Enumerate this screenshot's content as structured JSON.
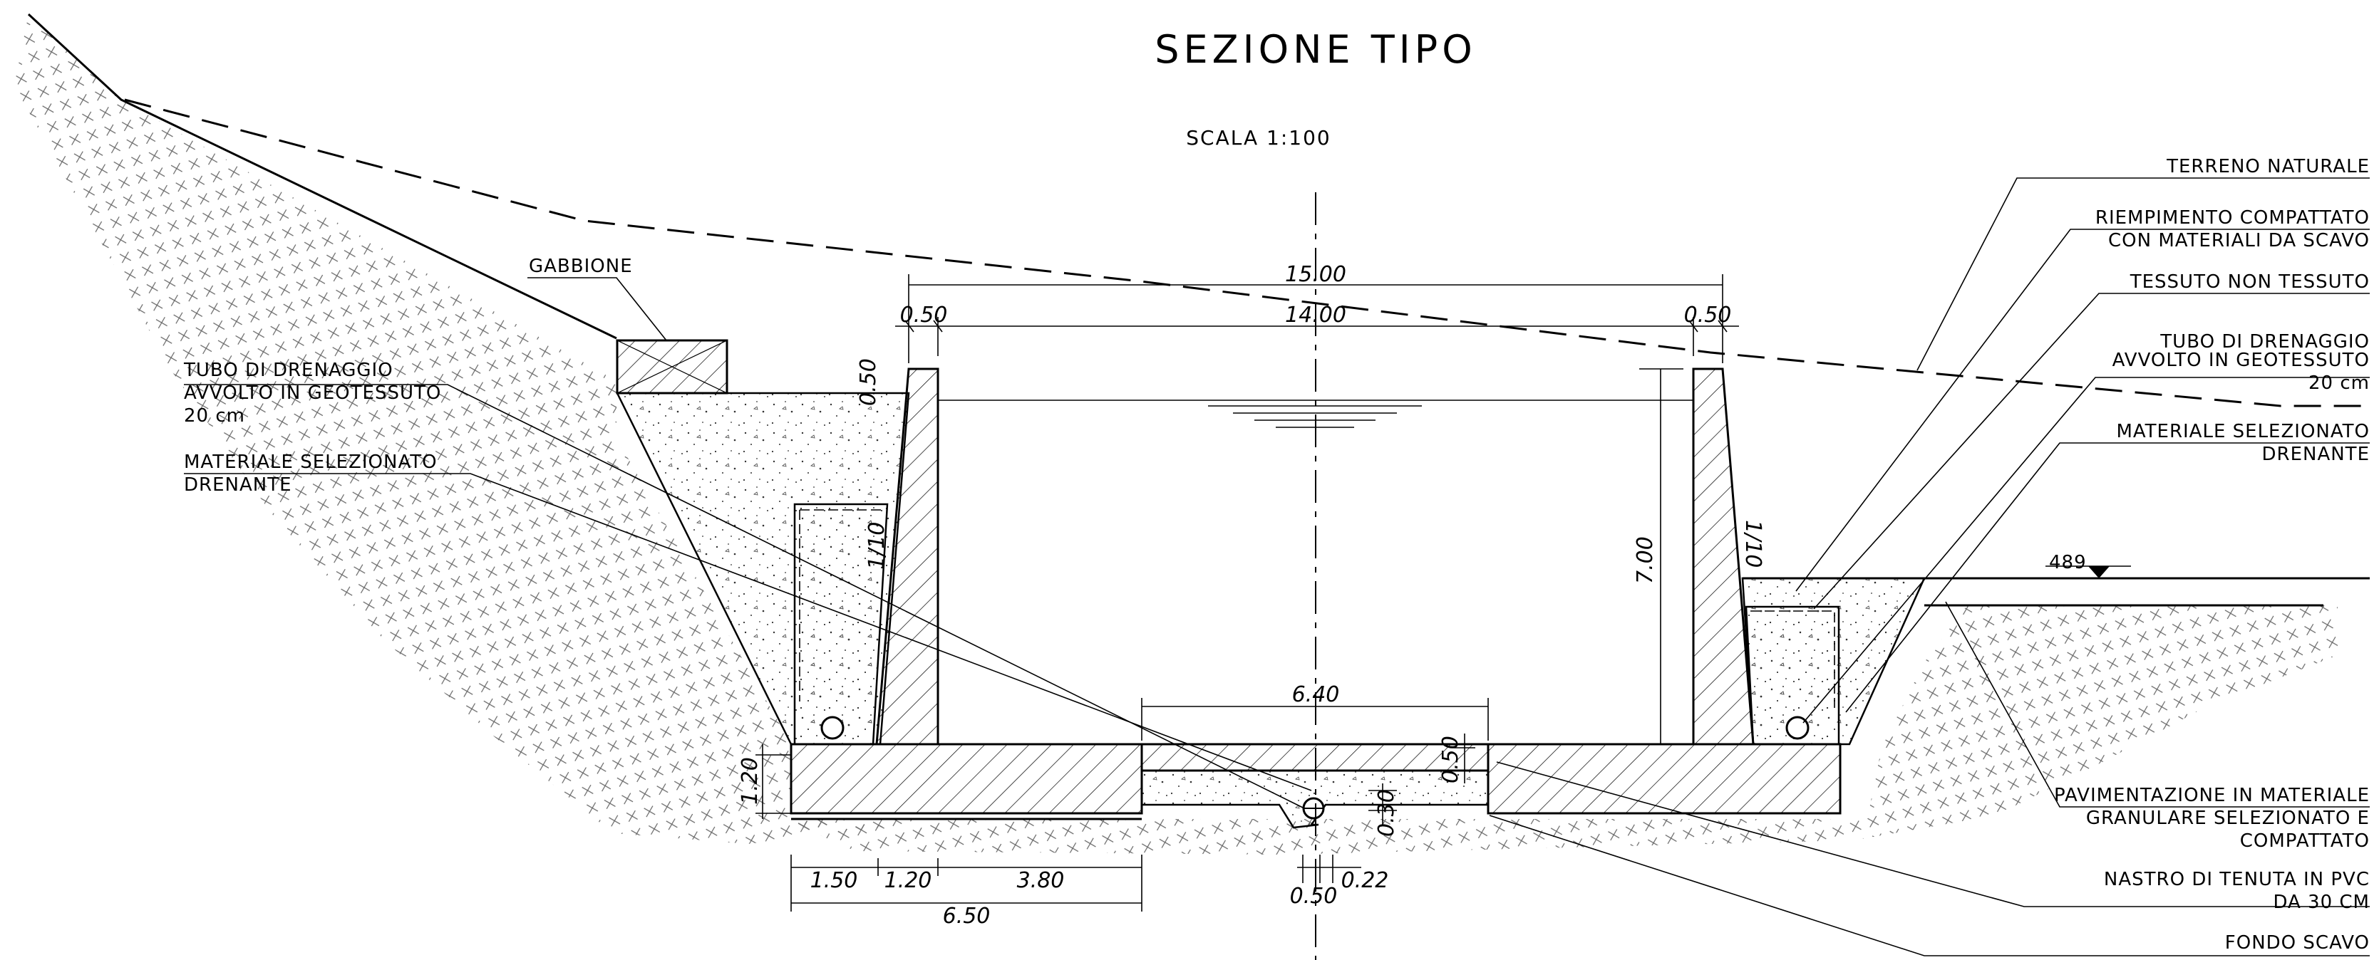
{
  "title": "SEZIONE TIPO",
  "scale": "SCALA 1:100",
  "labels_left": {
    "gabbione": "GABBIONE",
    "tubo_l1": "TUBO DI DRENAGGIO",
    "tubo_l2": "AVVOLTO IN GEOTESSUTO",
    "tubo_l3": "20 cm",
    "mat_l1": "MATERIALE SELEZIONATO",
    "mat_l2": "DRENANTE"
  },
  "labels_right": {
    "terreno": "TERRENO NATURALE",
    "riemp_l1": "RIEMPIMENTO COMPATTATO",
    "riemp_l2": "CON MATERIALI DA SCAVO",
    "tessuto": "TESSUTO NON TESSUTO",
    "tubo_l1": "TUBO DI DRENAGGIO",
    "tubo_l2": "AVVOLTO IN GEOTESSUTO",
    "tubo_l3": "20 cm",
    "mat_l1": "MATERIALE SELEZIONATO",
    "mat_l2": "DRENANTE",
    "pav_l1": "PAVIMENTAZIONE IN MATERIALE",
    "pav_l2": "GRANULARE SELEZIONATO E",
    "pav_l3": "COMPATTATO",
    "nastro_l1": "NASTRO DI TENUTA IN PVC",
    "nastro_l2": "DA 30 CM",
    "fondo": "FONDO SCAVO"
  },
  "elevation": "489",
  "dimensions": {
    "width_total": "15.00",
    "width_inner": "14.00",
    "wall_left": "0.50",
    "wall_right": "0.50",
    "wall_top": "0.50",
    "slope_left": "1/10",
    "slope_right": "1/10",
    "height": "7.00",
    "bottom_gap": "6.40",
    "slab_gap": "0.50",
    "slab_depth": "0.30",
    "foundation": "1.20",
    "base_1": "1.50",
    "base_2": "1.20",
    "base_3": "3.80",
    "base_total": "6.50",
    "channel": "0.50",
    "channel_2": "0.22"
  }
}
